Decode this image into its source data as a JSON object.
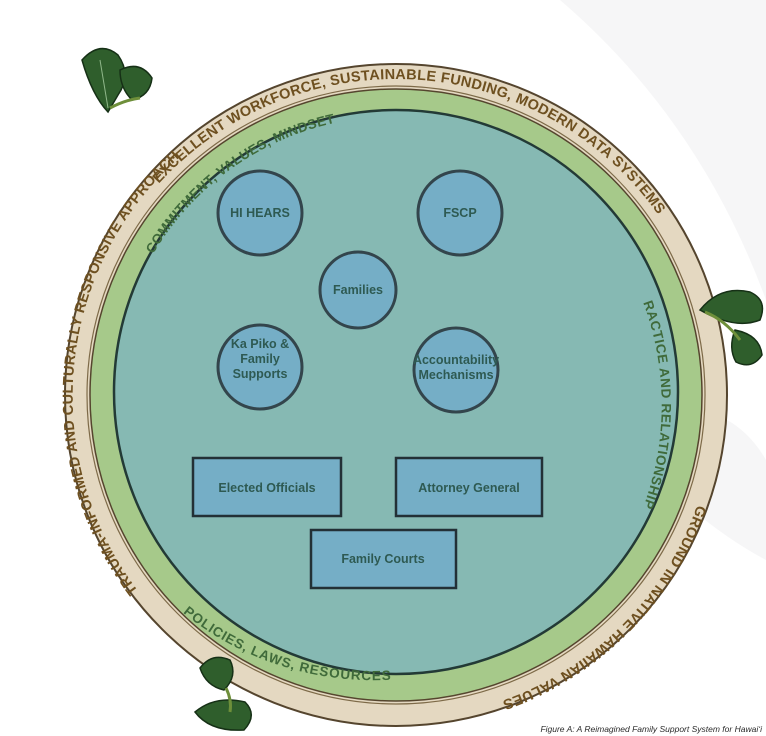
{
  "outer_ring": {
    "segments": [
      "EXCELLENT WORKFORCE, SUSTAINABLE FUNDING, MODERN DATA SYSTEMS",
      "GROUND IN NATIVE HAWAIIAN VALUES",
      "TRAUMA-INFORMED AND CULTURALLY RESPONSIVE APPROACH"
    ]
  },
  "middle_ring": {
    "segments": [
      "COMMITMENT, VALUES, MINDSET",
      "PRACTICE AND RELATIONSHIPS",
      "POLICIES, LAWS, RESOURCES"
    ]
  },
  "circles": [
    {
      "label": "HI HEARS"
    },
    {
      "label": "FSCP"
    },
    {
      "label": "Families"
    },
    {
      "label": "Ka Piko &|Family|Supports"
    },
    {
      "label": "Accountability|Mechanisms"
    }
  ],
  "boxes": [
    {
      "label": "Elected Officials"
    },
    {
      "label": "Attorney General"
    },
    {
      "label": "Family Courts"
    }
  ],
  "caption": "Figure A: A Reimagined Family Support System for Hawaiʻi",
  "colors": {
    "outer_ring": "#e4d8c1",
    "outer_ring_edge": "#55452e",
    "middle_ring": "#a6c98a",
    "inner_circle": "#86b9b3",
    "node_fill": "#75aec6",
    "node_stroke": "#33454c",
    "leaf": "#2f5e2c"
  }
}
